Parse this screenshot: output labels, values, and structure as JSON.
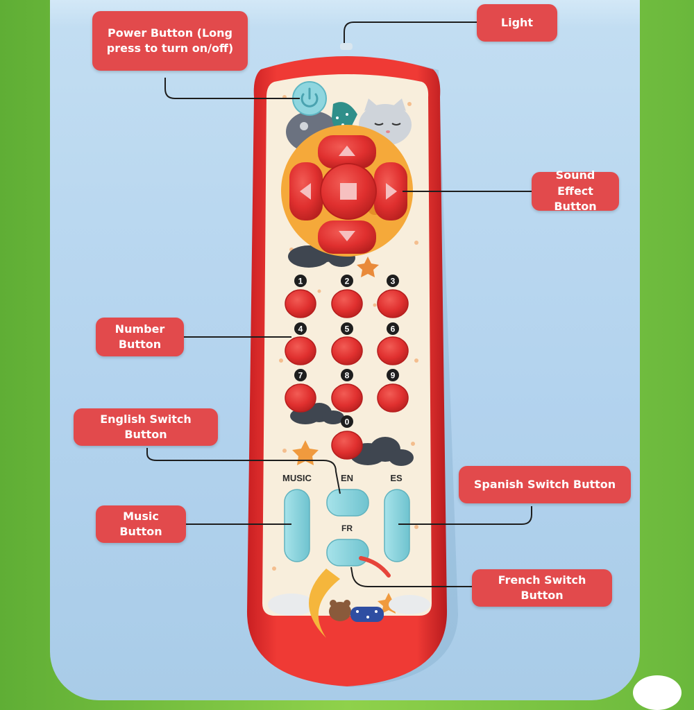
{
  "colors": {
    "label_bg": "#e24a4c",
    "remote_body": "#e52f2f",
    "face_panel": "#f8eedc",
    "red_button": "#e23a38",
    "teal_button": "#8fd6df",
    "background_panel": "#b7d6ef",
    "outer_green": "#6ab83c"
  },
  "labels": {
    "light": "Light",
    "power": "Power Button (Long\npress to turn on/off)",
    "sound": "Sound Effect\nButton",
    "number": "Number\nButton",
    "english": "English Switch Button",
    "spanish": "Spanish Switch Button",
    "music": "Music Button",
    "french": "French Switch\nButton"
  },
  "remote_text": {
    "music": "MUSIC",
    "en": "EN",
    "es": "ES",
    "fr": "FR",
    "digits": [
      "1",
      "2",
      "3",
      "4",
      "5",
      "6",
      "7",
      "8",
      "9",
      "0"
    ]
  },
  "icons": [
    "power-icon",
    "up-arrow-icon",
    "down-arrow-icon",
    "left-arrow-icon",
    "right-arrow-icon",
    "stop-square-icon"
  ]
}
